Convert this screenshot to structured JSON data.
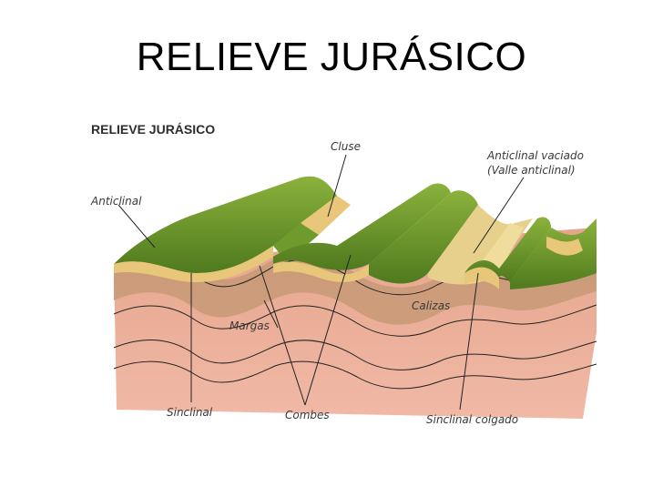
{
  "slide": {
    "title": "RELIEVE JURÁSICO"
  },
  "figure": {
    "title": "RELIEVE JURÁSICO",
    "labels": {
      "cluse": "Cluse",
      "anticlinal_vaciado_1": "Anticlinal vaciado",
      "anticlinal_vaciado_2": "(Valle anticlinal)",
      "anticlinal": "Anticlinal",
      "calizas": "Calizas",
      "margas": "Margas",
      "sinclinal": "Sinclinal",
      "combes": "Combes",
      "sinclinal_colgado": "Sinclinal colgado"
    }
  },
  "colors": {
    "grass": "#6f9b2c",
    "grass_dark": "#4f7a1e",
    "limestone": "#e8c77a",
    "marl": "#c99a78",
    "deep": "#e8a890"
  }
}
